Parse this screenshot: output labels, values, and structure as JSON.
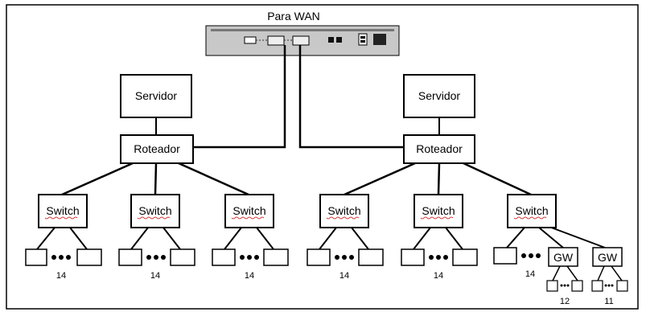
{
  "title": "Para WAN",
  "servers": [
    "Servidor",
    "Servidor"
  ],
  "routers": [
    "Roteador",
    "Roteador"
  ],
  "switches": [
    "Switch",
    "Switch",
    "Switch",
    "Switch",
    "Switch",
    "Switch"
  ],
  "counts": [
    "14",
    "14",
    "14",
    "14",
    "14",
    "14"
  ],
  "gateways": [
    "GW",
    "GW"
  ],
  "gateway_counts": [
    "12",
    "11"
  ],
  "colors": {
    "line": "#000000",
    "background": "#ffffff",
    "underline": "#cc0000",
    "device": "#c8c8c8"
  }
}
